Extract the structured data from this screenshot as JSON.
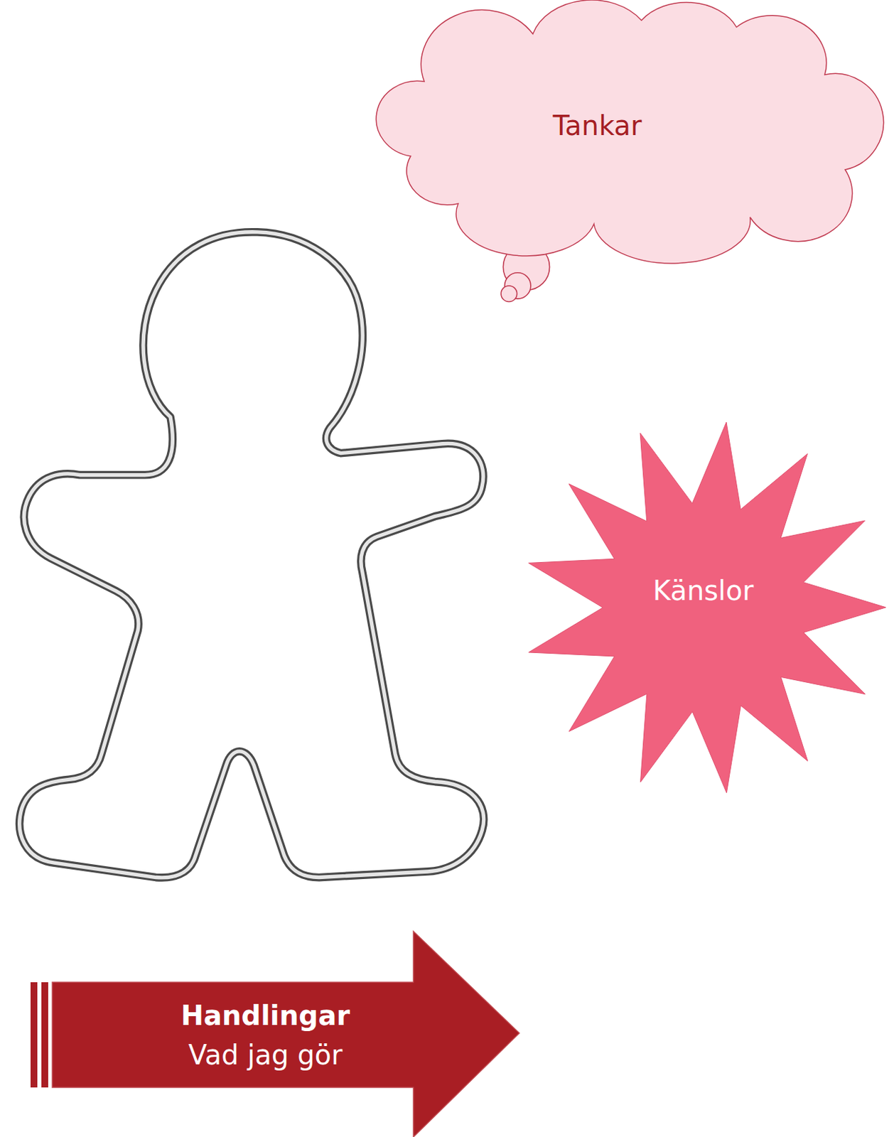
{
  "diagram": {
    "nodes": [
      {
        "text": [
          "Tankar"
        ]
      },
      {
        "text": [
          "Känslor"
        ]
      },
      {
        "text": [
          "Handlingar",
          "Vad jag gör"
        ]
      }
    ]
  }
}
